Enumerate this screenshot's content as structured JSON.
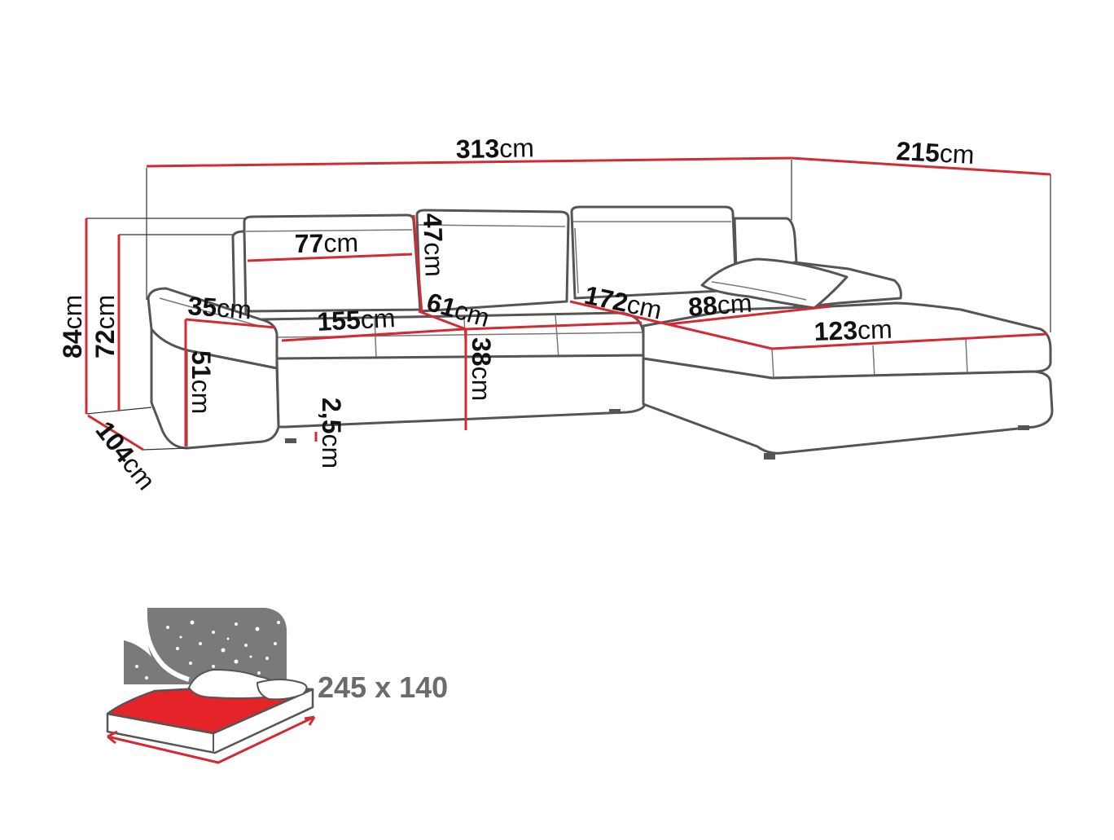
{
  "colors": {
    "dimension_line": "#d42a33",
    "outline": "#555555",
    "text": "#111111",
    "bed_text": "#6b6b6b",
    "bed_red": "#e52429",
    "night_gray": "#7a7a7a"
  },
  "unit": "cm",
  "dimensions": {
    "total_width": "313",
    "chaise_depth": "215",
    "total_height": "84",
    "back_height": "72",
    "depth": "104",
    "armrest": "35",
    "armrest_height": "51",
    "back_cushion_width": "77",
    "back_cushion_height": "47",
    "seat_width": "155",
    "seat_depth": "61",
    "seat_height": "38",
    "legs": "2,5",
    "corner_width": "172",
    "chaise_width": "88",
    "chaise_length": "123"
  },
  "sleeping_area": {
    "size": "245 x 140",
    "icon": "bed-night-icon"
  }
}
